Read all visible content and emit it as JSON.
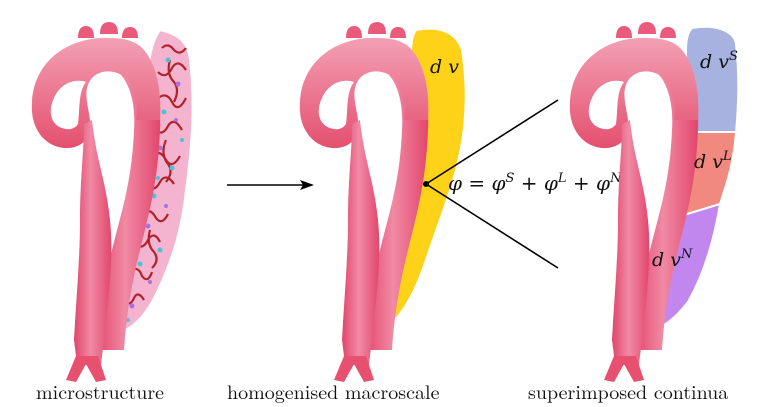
{
  "panels": [
    {
      "caption": "microstructure"
    },
    {
      "caption": "homogenised macroscale",
      "volume_label": "d v"
    },
    {
      "caption": "superimposed continua",
      "constituents": [
        {
          "label": "d v",
          "sup": "S",
          "color": "#a7b2e0"
        },
        {
          "label": "d v",
          "sup": "L",
          "color": "#f2897f"
        },
        {
          "label": "d v",
          "sup": "N",
          "color": "#c287ef"
        }
      ]
    }
  ],
  "equation": {
    "lhs": "φ",
    "eq": "=",
    "terms": [
      {
        "base": "φ",
        "sup": "S"
      },
      {
        "base": "φ",
        "sup": "L"
      },
      {
        "base": "φ",
        "sup": "N"
      }
    ],
    "plus": "+"
  },
  "colors": {
    "aorta": "#ec5e80",
    "aorta_highlight": "#f6a3b8",
    "wall_micro": "#f4b4cf",
    "homogenised": "#ffd21a",
    "fibre": "#b1222b",
    "particle_blue": "#4fc1d6",
    "particle_purple": "#a772e0"
  }
}
